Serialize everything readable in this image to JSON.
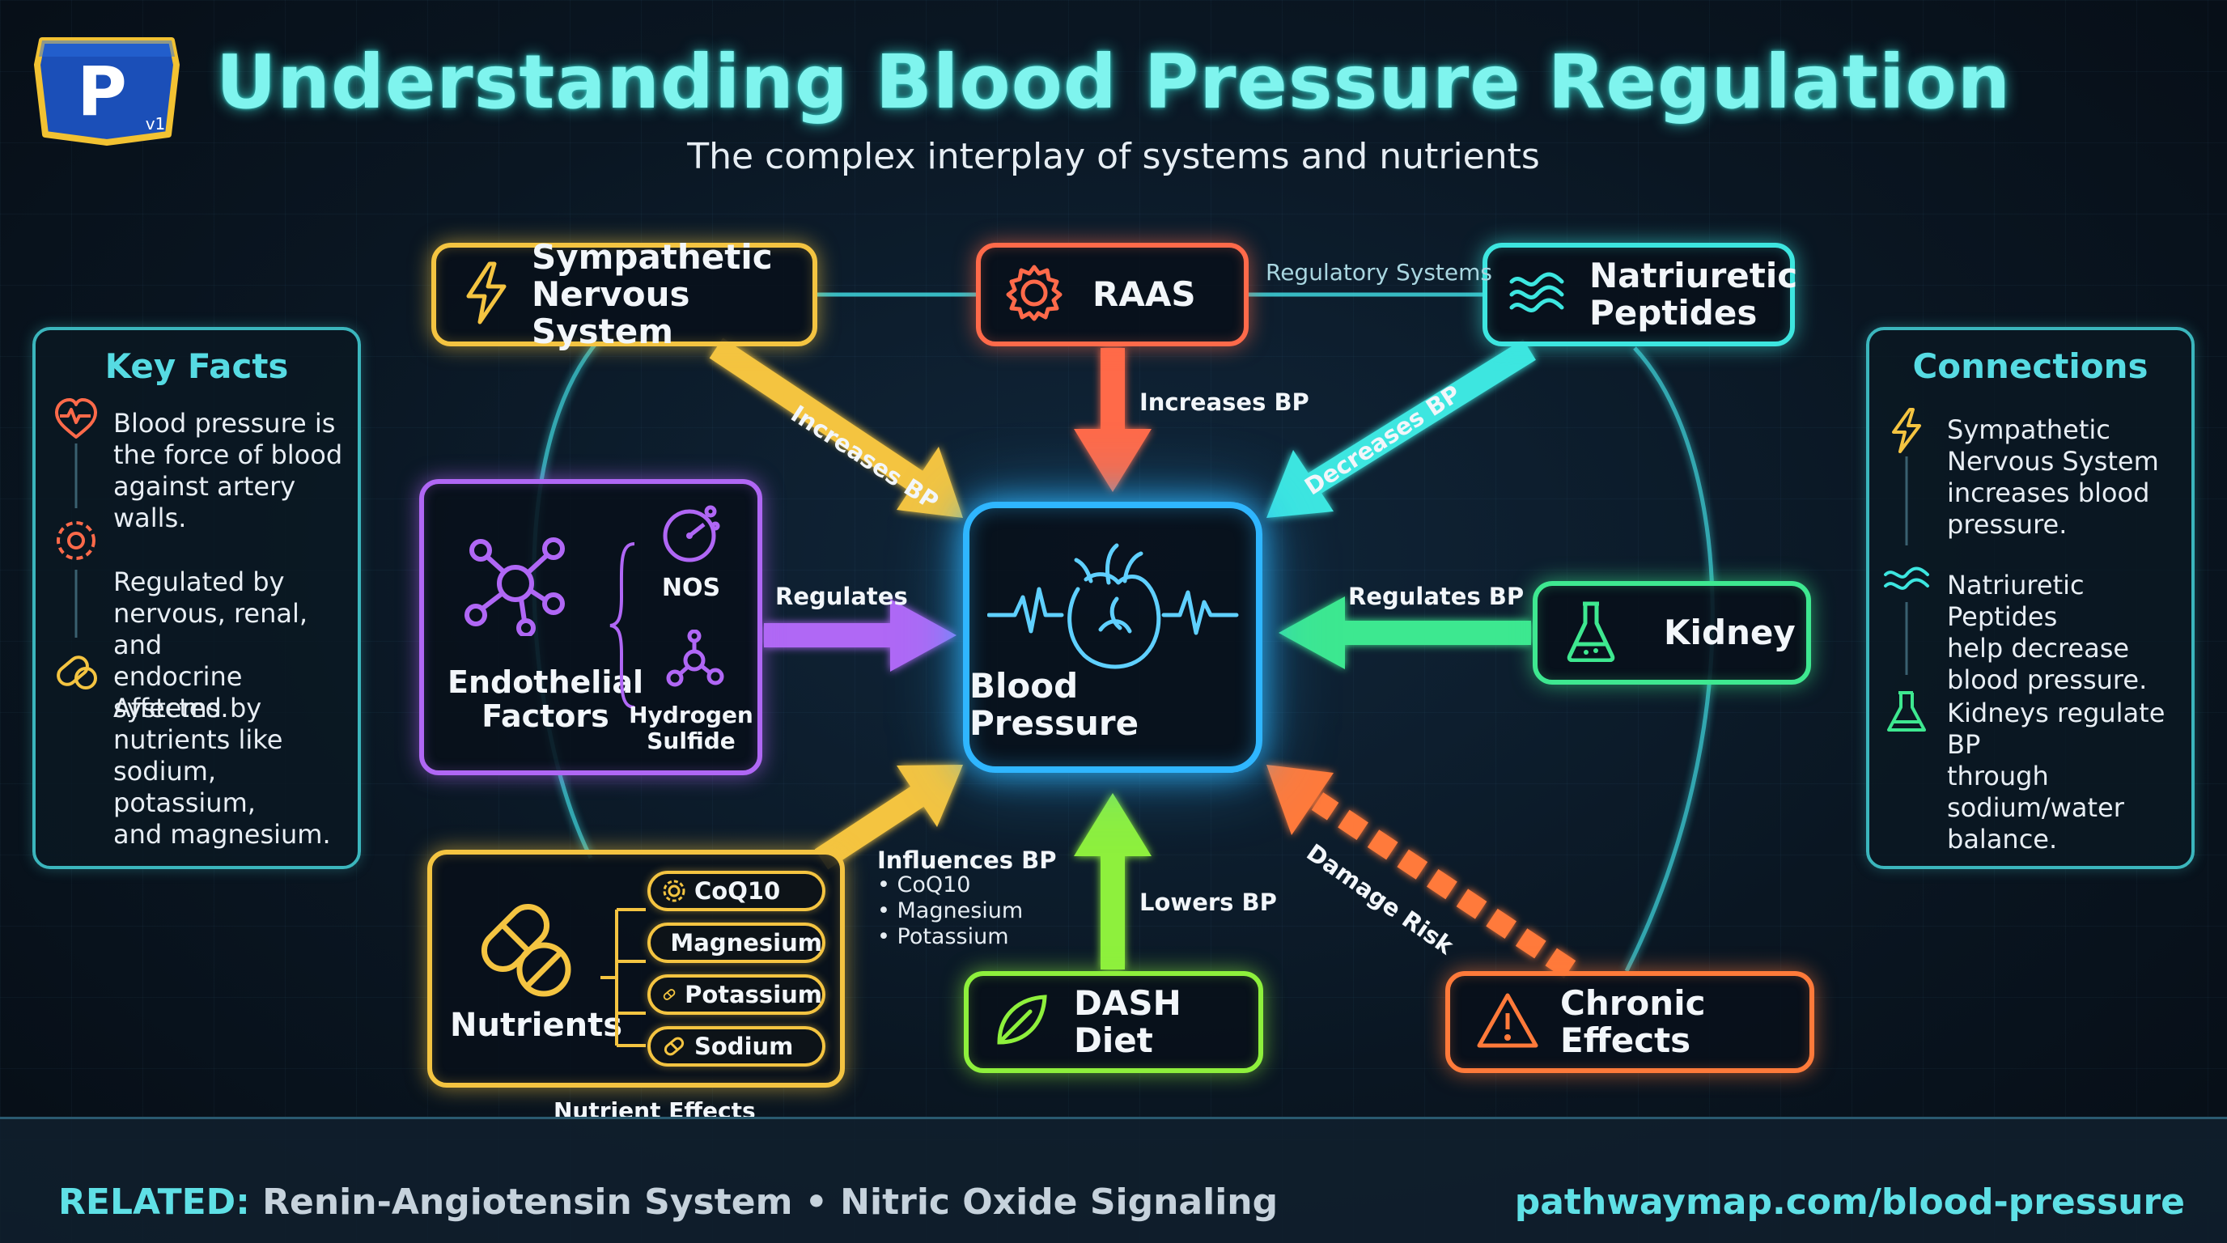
{
  "header": {
    "title": "Understanding Blood Pressure Regulation",
    "subtitle": "The complex interplay of systems and nutrients",
    "logo_letter": "P",
    "logo_version": "v1"
  },
  "nodes": {
    "sympathetic": {
      "line1": "Sympathetic",
      "line2": "Nervous System",
      "icon": "lightning-icon"
    },
    "raas": {
      "label": "RAAS",
      "icon": "gear-icon"
    },
    "natriuretic": {
      "line1": "Natriuretic",
      "line2": "Peptides",
      "icon": "wave-icon"
    },
    "endothelial": {
      "line1": "Endothelial",
      "line2": "Factors",
      "icon": "molecule-icon",
      "nos": "NOS",
      "h2s_line1": "Hydrogen",
      "h2s_line2": "Sulfide"
    },
    "blood_pressure": {
      "label": "Blood Pressure",
      "icon": "heart-pulse-icon"
    },
    "kidney": {
      "label": "Kidney",
      "icon": "flask-icon"
    },
    "nutrients": {
      "label": "Nutrients",
      "icon": "pill-icon",
      "items": [
        "CoQ10",
        "Magnesium",
        "Potassium",
        "Sodium"
      ]
    },
    "dash": {
      "label": "DASH Diet",
      "icon": "leaf-icon"
    },
    "chronic": {
      "label": "Chronic Effects",
      "icon": "warning-icon"
    }
  },
  "edges": {
    "sns": "Increases BP",
    "raas": "Increases BP",
    "natriuretic": "Decreases BP",
    "endothelial": "Regulates",
    "kidney": "Regulates BP",
    "nutrients": "Influences BP",
    "nutrient_bullets": [
      "• CoQ10",
      "• Magnesium",
      "• Potassium"
    ],
    "dash": "Lowers BP",
    "chronic": "Damage Risk",
    "regulatory_systems": "Regulatory Systems",
    "nutrient_effects": "Nutrient Effects"
  },
  "key_facts": {
    "title": "Key Facts",
    "items": [
      {
        "icon": "heart-pulse-icon",
        "lines": [
          "Blood pressure is",
          "the force of blood",
          "against artery",
          "walls."
        ]
      },
      {
        "icon": "gear-icon",
        "lines": [
          "Regulated by",
          "nervous, renal, and",
          "endocrine systems."
        ]
      },
      {
        "icon": "pill-icon",
        "lines": [
          "Affected by",
          "nutrients like",
          "sodium, potassium,",
          "and magnesium."
        ]
      }
    ]
  },
  "connections": {
    "title": "Connections",
    "items": [
      {
        "icon": "lightning-icon",
        "lines": [
          "Sympathetic",
          "Nervous System",
          "increases blood",
          "pressure."
        ]
      },
      {
        "icon": "wave-icon",
        "lines": [
          "Natriuretic Peptides",
          "help decrease",
          "blood pressure."
        ]
      },
      {
        "icon": "flask-icon",
        "lines": [
          "Kidneys regulate BP",
          "through",
          "sodium/water",
          "balance."
        ]
      }
    ]
  },
  "footer": {
    "related_label": "RELATED:",
    "related_text": " Renin-Angiotensin System • Nitric Oxide Signaling",
    "url": "pathwaymap.com/blood-pressure"
  },
  "colors": {
    "yellow": "#f4c441",
    "red": "#ff6a4a",
    "cyan": "#3de6e0",
    "purple": "#b067f5",
    "blue": "#2fb6ff",
    "green": "#3ee890",
    "lime": "#8ef03c",
    "orange": "#ff7a3a",
    "title": "#7ff4ee"
  }
}
